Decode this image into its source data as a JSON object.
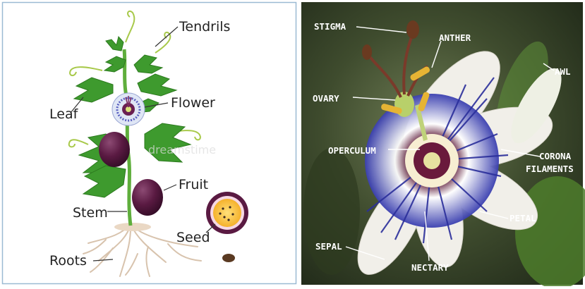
{
  "plant_diagram": {
    "labels": {
      "tendrils": "Tendrils",
      "flower": "Flower",
      "leaf": "Leaf",
      "fruit": "Fruit",
      "stem": "Stem",
      "seed": "Seed",
      "roots": "Roots"
    },
    "watermark": "dreamstime"
  },
  "flower_photo": {
    "labels": {
      "stigma": "STIGMA",
      "anther": "ANTHER",
      "awl": "AWL",
      "ovary": "OVARY",
      "operculum": "OPERCULUM",
      "corona_line1": "CORONA",
      "corona_line2": "FILAMENTS",
      "petal": "PETAL",
      "sepal": "SEPAL",
      "nectary": "NECTARY"
    }
  },
  "colors": {
    "panel_border": "#9bbad3",
    "leaf_green": "#3e9a2e",
    "fruit_purple": "#4a1436",
    "photo_bg": "#3c4a2c",
    "petal_white": "#f1efe9",
    "filament_blue": "#2b2f9b"
  }
}
